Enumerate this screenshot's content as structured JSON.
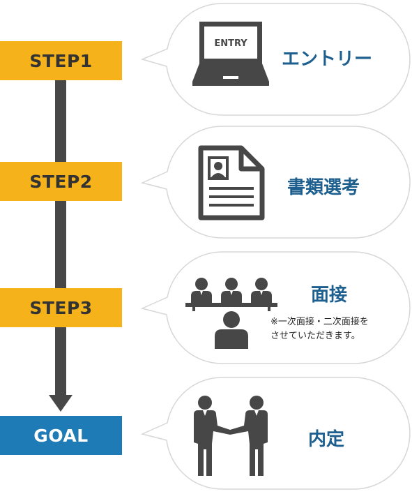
{
  "steps": [
    {
      "label": "STEP1",
      "title": "エントリー",
      "icon": "laptop-icon",
      "screen_text": "ENTRY"
    },
    {
      "label": "STEP2",
      "title": "書類選考",
      "icon": "resume-document-icon"
    },
    {
      "label": "STEP3",
      "title": "面接",
      "note_line1": "※一次面接・二次面接を",
      "note_line2": "させていただきます。",
      "icon": "interview-panel-icon"
    },
    {
      "label": "GOAL",
      "title": "内定",
      "icon": "handshake-icon"
    }
  ],
  "colors": {
    "step_bg": "#f6b21a",
    "goal_bg": "#1f7bb6",
    "title_text": "#1d5f8e",
    "line": "#474747",
    "icon": "#474747",
    "bubble_border": "#d7d7d7"
  }
}
